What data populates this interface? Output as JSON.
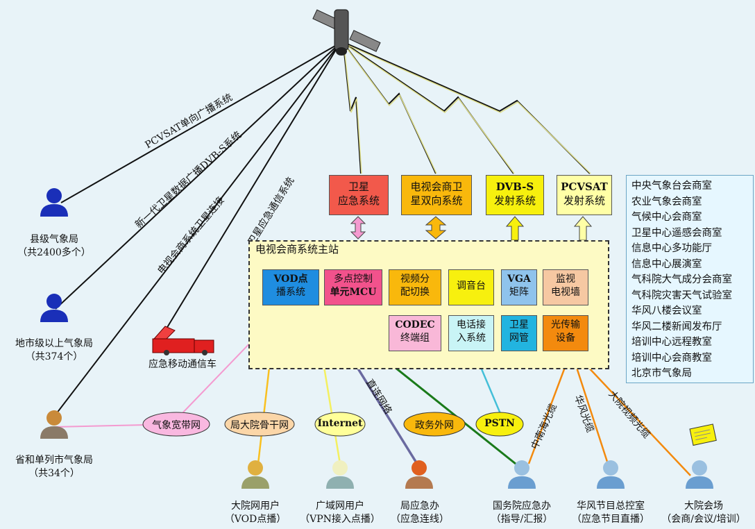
{
  "satellite_links": [
    {
      "label": "PCVSAT单向广播系统"
    },
    {
      "label": "新一代卫星数据广播DVB-S系统"
    },
    {
      "label": "电视会商系统卫星连接"
    },
    {
      "label": "卫星应急通信系统"
    }
  ],
  "top_systems": [
    {
      "line1": "卫星",
      "line2": "应急系统",
      "color": "#f2594b"
    },
    {
      "line1": "电视会商卫",
      "line2": "星双向系统",
      "color": "#f9b80c"
    },
    {
      "line1": "DVB-S",
      "line2": "发射系统",
      "color": "#f7f00e"
    },
    {
      "line1": "PCVSAT",
      "line2": "发射系统",
      "color": "#ffffa6"
    }
  ],
  "main_station": {
    "title": "电视会商系统主站",
    "row1": [
      {
        "line1": "VOD点",
        "line2": "播系统",
        "color": "#1f8de0"
      },
      {
        "line1": "多点控制",
        "line2": "单元MCU",
        "color": "#f2528c"
      },
      {
        "line1": "视频分",
        "line2": "配切换",
        "color": "#f9b80c"
      },
      {
        "line1": "调音台",
        "line2": "",
        "color": "#f7f00e"
      },
      {
        "line1": "VGA",
        "line2": "矩阵",
        "color": "#8fc3ec"
      },
      {
        "line1": "监视",
        "line2": "电视墙",
        "color": "#f6c8a2"
      }
    ],
    "row2": [
      {
        "line1": "CODEC",
        "line2": "终端组",
        "color": "#f9b8d8"
      },
      {
        "line1": "电话接",
        "line2": "入系统",
        "color": "#c9f4f6"
      },
      {
        "line1": "卫星",
        "line2": "网管",
        "color": "#22b4e0"
      },
      {
        "line1": "光传输",
        "line2": "设备",
        "color": "#f38a0e"
      }
    ]
  },
  "rooms": [
    "中央气象台会商室",
    "农业气象会商室",
    "气候中心会商室",
    "卫星中心遥感会商室",
    "信息中心多功能厅",
    "信息中心展演室",
    "气科院大气成分会商室",
    "气科院灾害天气试验室",
    "华风八楼会议室",
    "华风二楼新闻发布厅",
    "培训中心远程教室",
    "培训中心会商教室",
    "北京市气象局"
  ],
  "left_users": [
    {
      "line1": "县级气象局",
      "line2": "（共2400多个）"
    },
    {
      "line1": "地市级以上气象局",
      "line2": "（共374个）"
    },
    {
      "line1": "省和单列市气象局",
      "line2": "（共34个）"
    }
  ],
  "vehicle": {
    "label": "应急移动通信车"
  },
  "clouds": [
    {
      "label": "气象宽带网",
      "color": "#f9b8e0"
    },
    {
      "label": "局大院骨干网",
      "color": "#fbd6a8"
    },
    {
      "label": "Internet",
      "color": "#ffff99"
    },
    {
      "label": "政务外网",
      "color": "#f9b80c"
    },
    {
      "label": "PSTN",
      "color": "#f7f00e"
    }
  ],
  "line_labels": {
    "direct": "直连网络",
    "cable1": "中南海光缆",
    "cable2": "华风光缆",
    "cable3": "大院视频光缆"
  },
  "bottom_users": [
    {
      "line1": "大院网用户",
      "line2": "（VOD点播）"
    },
    {
      "line1": "广域网用户",
      "line2": "（VPN接入点播）"
    },
    {
      "line1": "局应急办",
      "line2": "（应急连线）"
    },
    {
      "line1": "国务院应急办",
      "line2": "（指导/汇报）"
    },
    {
      "line1": "华风节目总控室",
      "line2": "（应急节目直播）"
    },
    {
      "line1": "大院会场",
      "line2": "（会商/会议/培训）"
    }
  ]
}
